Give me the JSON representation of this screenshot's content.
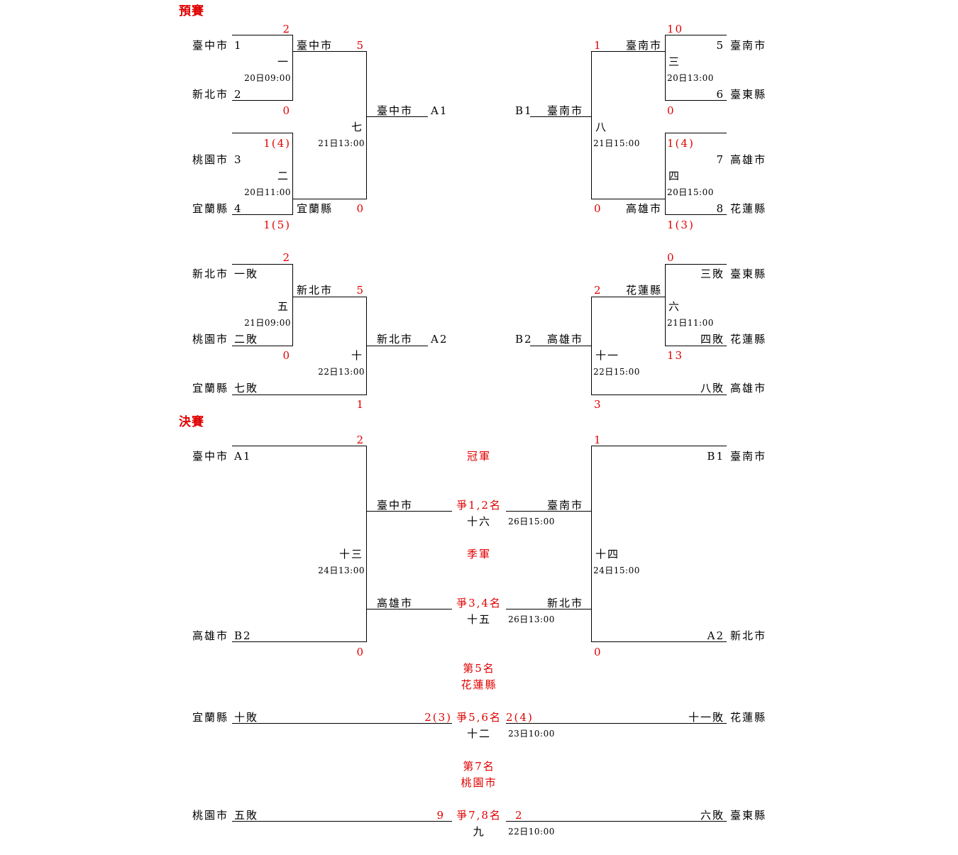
{
  "sections": {
    "prelim": "預賽",
    "final": "決賽"
  },
  "prelim": {
    "teams": {
      "t1": "臺中市",
      "n1": "1",
      "t2": "新北市",
      "n2": "2",
      "t3": "桃園市",
      "n3": "3",
      "t4": "宜蘭縣",
      "n4": "4",
      "t5": "臺南市",
      "n5": "5",
      "t6": "臺東縣",
      "n6": "6",
      "t7": "高雄市",
      "n7": "7",
      "t8": "花蓮縣",
      "n8": "8"
    },
    "game1": {
      "id": "一",
      "time": "20日09:00",
      "top_score": "2",
      "bottom_score": "0",
      "winner": "臺中市",
      "winner_score": "5"
    },
    "game2": {
      "id": "二",
      "time": "20日11:00",
      "top_score": "1(4)",
      "bottom_score": "1(5)",
      "winner": "宜蘭縣",
      "winner_score": "0"
    },
    "game7": {
      "id": "七",
      "time": "21日13:00",
      "winner": "臺中市",
      "seed": "A1"
    },
    "game3": {
      "id": "三",
      "time": "20日13:00",
      "top_score": "10",
      "bottom_score": "0",
      "winner": "臺南市",
      "winner_score": "1"
    },
    "game4": {
      "id": "四",
      "time": "20日15:00",
      "top_score": "1(4)",
      "bottom_score": "1(3)",
      "winner": "高雄市",
      "winner_score": "0"
    },
    "game8": {
      "id": "八",
      "time": "21日15:00",
      "winner": "臺南市",
      "seed": "B1"
    },
    "lower_left": {
      "e1_team": "新北市",
      "e1_src": "一敗",
      "e2_team": "桃園市",
      "e2_src": "二敗",
      "e3_team": "宜蘭縣",
      "e3_src": "七敗"
    },
    "game5": {
      "id": "五",
      "time": "21日09:00",
      "top_score": "2",
      "bottom_score": "0",
      "winner": "新北市",
      "winner_score": "5"
    },
    "game10": {
      "id": "十",
      "time": "22日13:00",
      "bottom_score": "1",
      "winner": "新北市",
      "seed": "A2"
    },
    "lower_right": {
      "e1_team": "臺東縣",
      "e1_src": "三敗",
      "e2_team": "花蓮縣",
      "e2_src": "四敗",
      "e3_team": "高雄市",
      "e3_src": "八敗"
    },
    "game6": {
      "id": "六",
      "time": "21日11:00",
      "top_score": "0",
      "bottom_score": "13",
      "winner": "花蓮縣",
      "winner_score": "2"
    },
    "game11": {
      "id": "十一",
      "time": "22日15:00",
      "bottom_score": "3",
      "winner": "高雄市",
      "seed": "B2"
    }
  },
  "final": {
    "left_top_team": "臺中市",
    "left_top_seed": "A1",
    "left_bottom_team": "高雄市",
    "left_bottom_seed": "B2",
    "game13": {
      "id": "十三",
      "time": "24日13:00",
      "top_score": "2",
      "bottom_score": "0",
      "winner_top": "臺中市",
      "winner_bottom": "高雄市"
    },
    "right_top_team": "臺南市",
    "right_top_seed": "B1",
    "right_bottom_team": "新北市",
    "right_bottom_seed": "A2",
    "game14": {
      "id": "十四",
      "time": "24日15:00",
      "top_score": "1",
      "bottom_score": "0",
      "winner_top": "臺南市",
      "winner_bottom": "新北市"
    },
    "champion_label": "冠軍",
    "game16": {
      "label": "爭1,2名",
      "id": "十六",
      "time": "26日15:00"
    },
    "third_label": "季軍",
    "game15": {
      "label": "爭3,4名",
      "id": "十五",
      "time": "26日13:00"
    },
    "fifth": {
      "title": "第5名",
      "team": "花蓮縣"
    },
    "game12": {
      "label": "爭5,6名",
      "id": "十二",
      "time": "23日10:00",
      "left_team": "宜蘭縣",
      "left_src": "十敗",
      "left_score": "2(3)",
      "right_team": "花蓮縣",
      "right_src": "十一敗",
      "right_score": "2(4)"
    },
    "seventh": {
      "title": "第7名",
      "team": "桃園市"
    },
    "game9": {
      "label": "爭7,8名",
      "id": "九",
      "time": "22日10:00",
      "left_team": "桃園市",
      "left_src": "五敗",
      "left_score": "9",
      "right_team": "臺東縣",
      "right_src": "六敗",
      "right_score": "2"
    }
  }
}
